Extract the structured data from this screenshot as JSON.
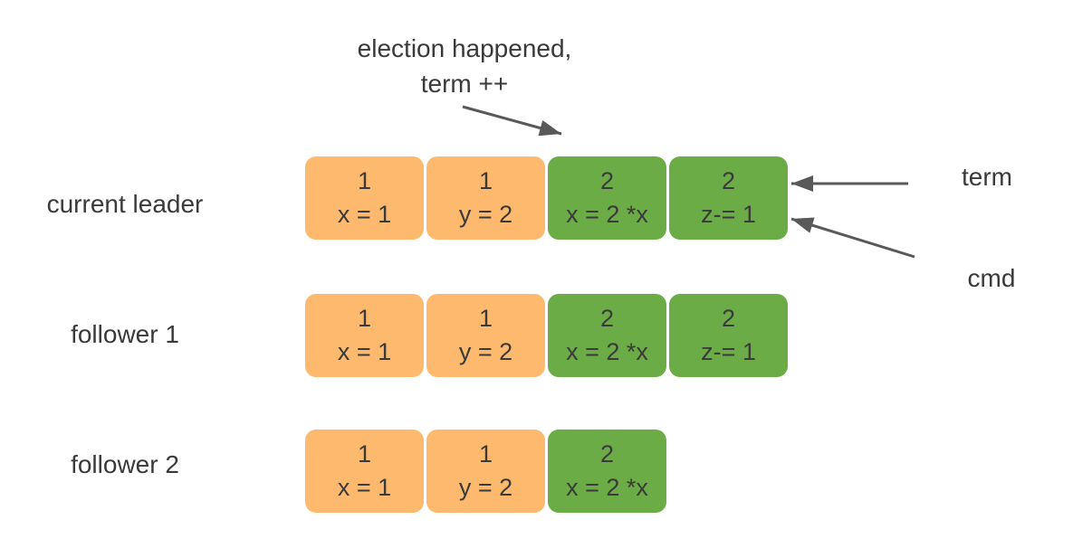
{
  "diagram": {
    "annotation": {
      "line1": "election happened,",
      "line2": "term ++"
    },
    "pointer_labels": {
      "term": "term",
      "cmd": "cmd"
    },
    "rows": [
      {
        "label": "current leader",
        "entries": [
          {
            "term": "1",
            "cmd": "x = 1",
            "color": "orange"
          },
          {
            "term": "1",
            "cmd": "y = 2",
            "color": "orange"
          },
          {
            "term": "2",
            "cmd": "x = 2 *x",
            "color": "green"
          },
          {
            "term": "2",
            "cmd": "z-= 1",
            "color": "green"
          }
        ]
      },
      {
        "label": "follower 1",
        "entries": [
          {
            "term": "1",
            "cmd": "x = 1",
            "color": "orange"
          },
          {
            "term": "1",
            "cmd": "y = 2",
            "color": "orange"
          },
          {
            "term": "2",
            "cmd": "x = 2 *x",
            "color": "green"
          },
          {
            "term": "2",
            "cmd": "z-= 1",
            "color": "green"
          }
        ]
      },
      {
        "label": "follower 2",
        "entries": [
          {
            "term": "1",
            "cmd": "x = 1",
            "color": "orange"
          },
          {
            "term": "1",
            "cmd": "y = 2",
            "color": "orange"
          },
          {
            "term": "2",
            "cmd": "x = 2 *x",
            "color": "green"
          }
        ]
      }
    ]
  },
  "colors": {
    "orange": "#fdb96d",
    "green": "#6bac47",
    "arrow": "#595959",
    "text": "#3a3a3a",
    "bg": "#ffffff"
  }
}
